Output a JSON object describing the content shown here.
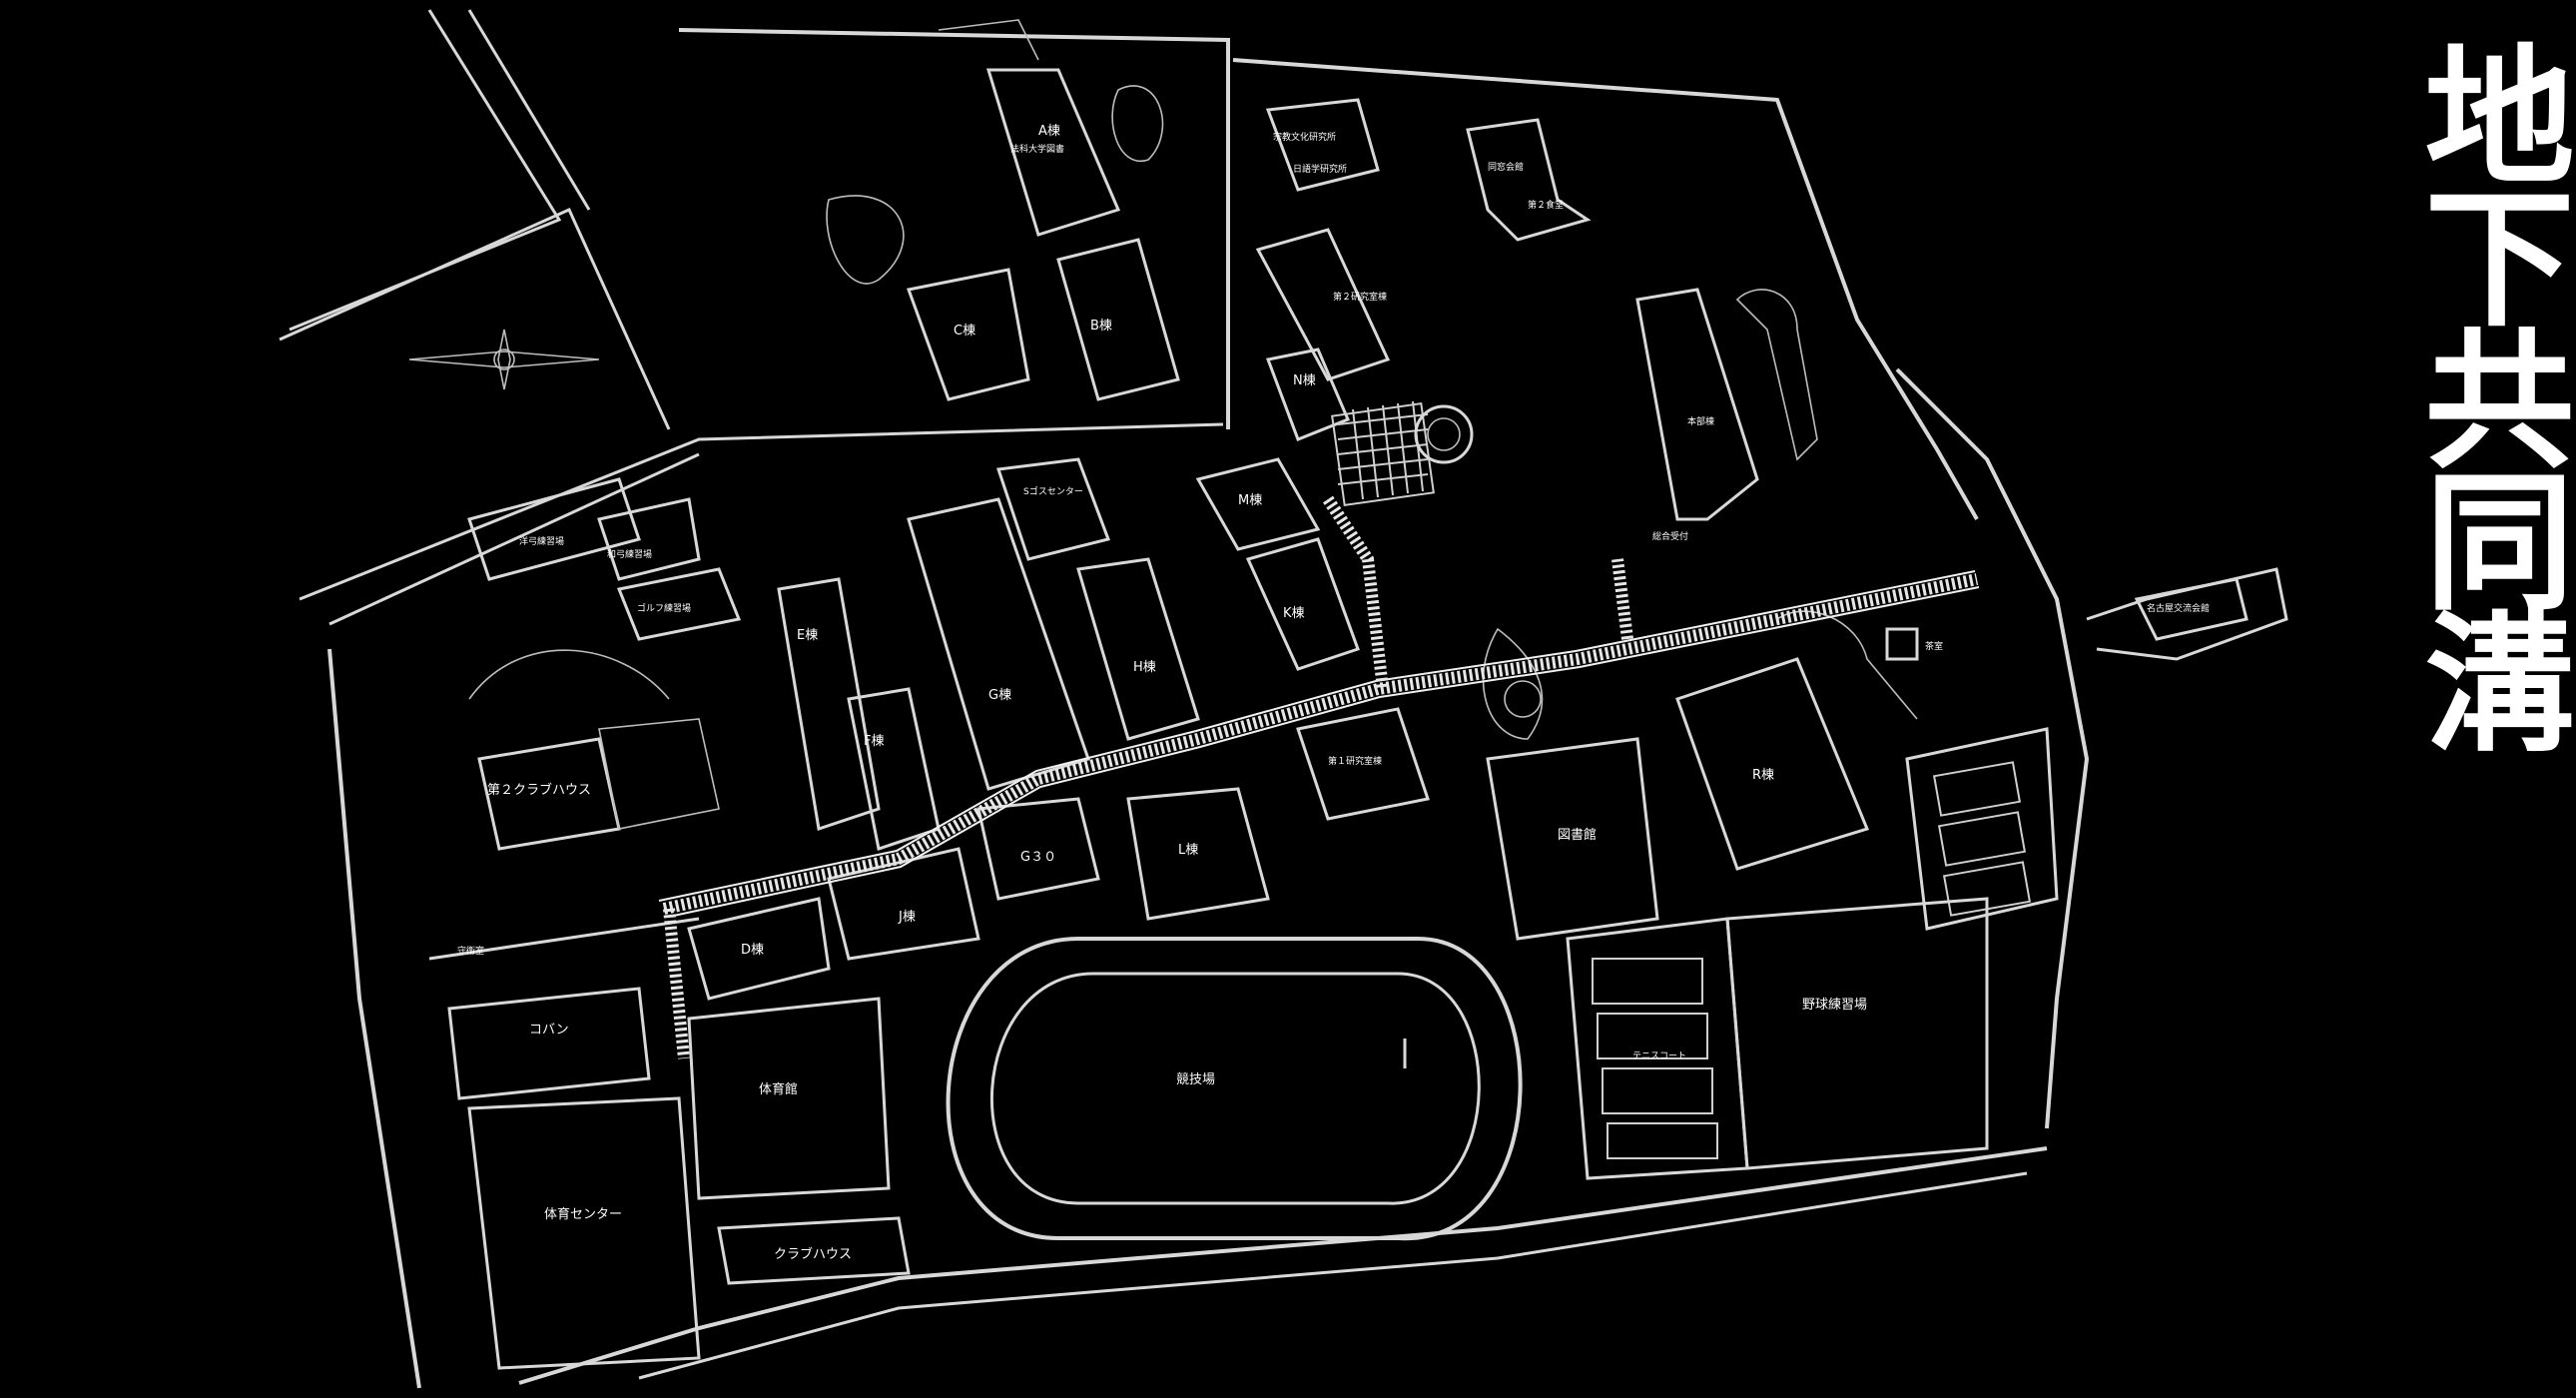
{
  "title": "地下共同溝",
  "colors": {
    "background": "#000000",
    "lines": "#d8d8d8",
    "text": "#ffffff"
  },
  "labels": {
    "bldg_a": "A棟",
    "law_library": "法科大学図書",
    "bldg_b": "B棟",
    "bldg_c": "C棟",
    "inst_religion": "宗教文化研究所",
    "inst_japanese": "日語学研究所",
    "dosokai": "同窓会館",
    "cafeteria2": "第２食堂",
    "research2": "第２研究室棟",
    "bldg_n": "N棟",
    "honbu": "本部棟",
    "sogo_uketsuke": "総合受付",
    "bldg_m": "M棟",
    "bldg_k": "K棟",
    "center_s": "Sゴスセンター",
    "archery_western": "洋弓練習場",
    "archery_japanese": "和弓練習場",
    "golf": "ゴルフ練習場",
    "bldg_e": "E棟",
    "bldg_g": "G棟",
    "bldg_h": "H棟",
    "bldg_f": "F棟",
    "research1": "第１研究室棟",
    "clubhouse2": "第２クラブハウス",
    "g30": "G３０",
    "bldg_l": "L棟",
    "bldg_j": "J棟",
    "bldg_d": "D棟",
    "library": "図書館",
    "bldg_r": "R棟",
    "chashitsu": "茶室",
    "guard": "守衛室",
    "coban": "コバン",
    "gym": "体育館",
    "stadium": "競技場",
    "sports_center": "体育センター",
    "clubhouse": "クラブハウス",
    "tennis": "テニスコート",
    "baseball": "野球練習場",
    "annex": "名古屋交流会館"
  }
}
